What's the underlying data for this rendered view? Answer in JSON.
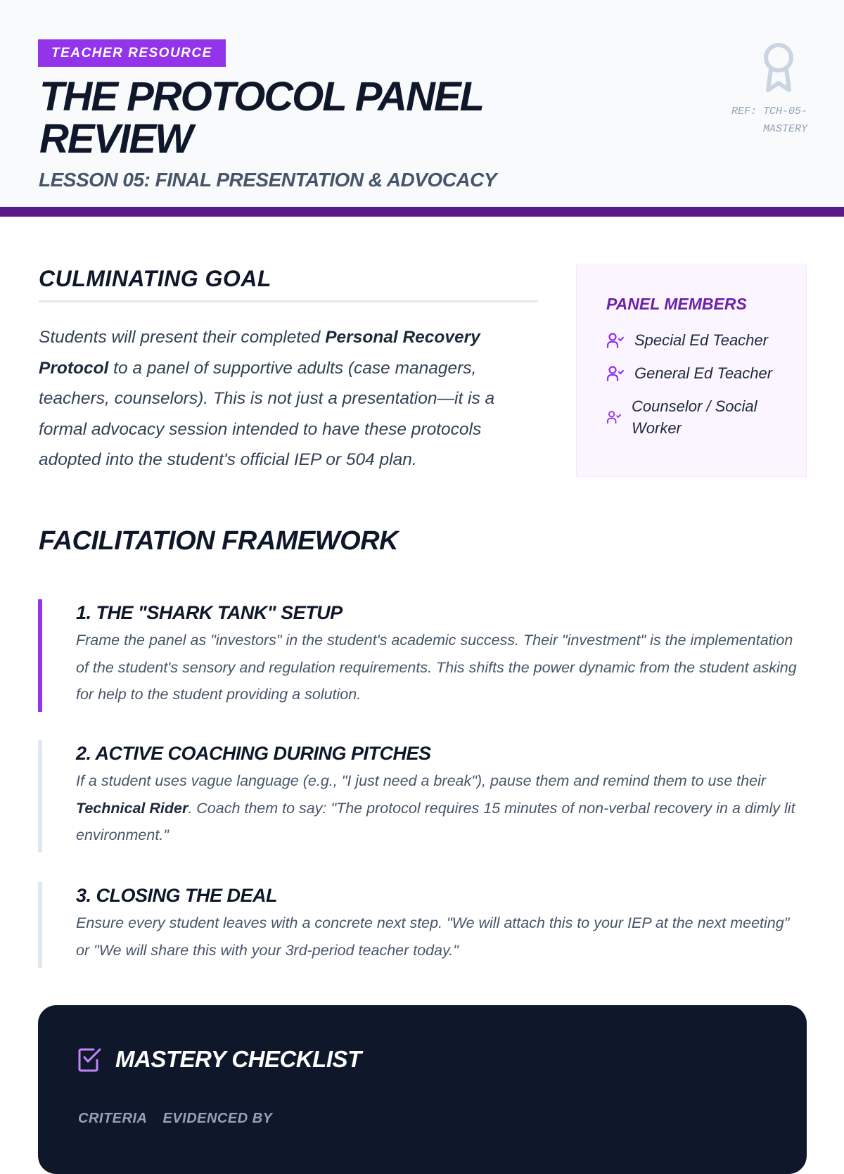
{
  "header": {
    "tag": "TEACHER RESOURCE",
    "title": "THE PROTOCOL PANEL REVIEW",
    "subtitle": "LESSON 05: FINAL PRESENTATION & ADVOCACY",
    "ref": "REF: TCH-05-MASTERY",
    "badge_icon": "award-icon"
  },
  "goal": {
    "heading": "CULMINATING GOAL",
    "text_1": "Students will present their completed ",
    "bold": "Personal Recovery Protocol",
    "text_2": " to a panel of supportive adults (case managers, teachers, counselors). This is not just a presentation—it is a formal advocacy session intended to have these protocols adopted into the student's official IEP or 504 plan."
  },
  "panel": {
    "heading": "PANEL MEMBERS",
    "members": [
      "Special Ed Teacher",
      "General Ed Teacher",
      "Counselor / Social Worker"
    ]
  },
  "framework": {
    "heading": "FACILITATION FRAMEWORK",
    "steps": [
      {
        "title": "1. THE \"SHARK TANK\" SETUP",
        "text": "Frame the panel as \"investors\" in the student's academic success. Their \"investment\" is the implementation of the student's sensory and regulation requirements. This shifts the power dynamic from the student asking for help to the student providing a solution."
      },
      {
        "title": "2. ACTIVE COACHING DURING PITCHES",
        "text_1": "If a student uses vague language (e.g., \"I just need a break\"), pause them and remind them to use their ",
        "bold": "Technical Rider",
        "text_2": ". Coach them to say: \"The protocol requires 15 minutes of non-verbal recovery in a dimly lit environment.\""
      },
      {
        "title": "3. CLOSING THE DEAL",
        "text": "Ensure every student leaves with a concrete next step. \"We will attach this to your IEP at the next meeting\" or \"We will share this with your 3rd-period teacher today.\""
      }
    ]
  },
  "mastery": {
    "heading": "MASTERY CHECKLIST",
    "columns": [
      "CRITERIA",
      "EVIDENCED BY"
    ]
  },
  "colors": {
    "accent": "#9333ea",
    "deep_purple": "#581c87",
    "dark": "#0f172a"
  }
}
